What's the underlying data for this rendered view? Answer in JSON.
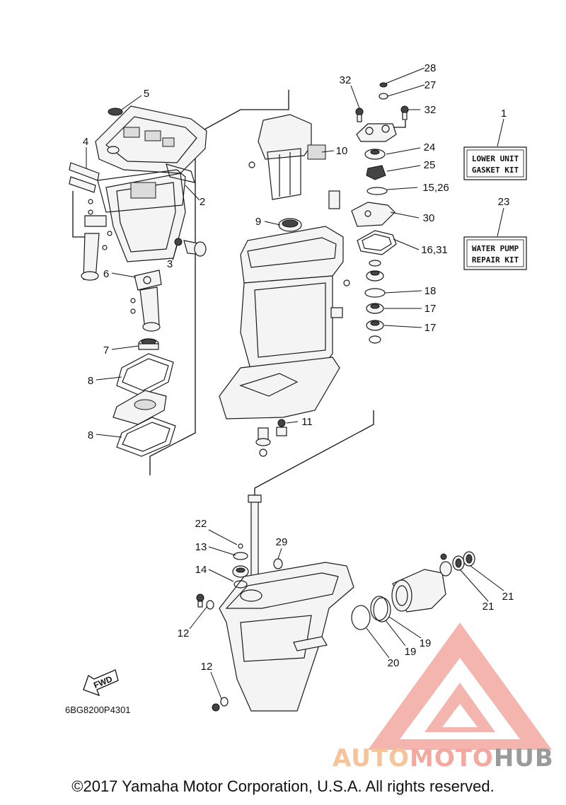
{
  "diagram_code": "6BG8200P4301",
  "copyright": "©2017 Yamaha Motor Corporation, U.S.A. All rights reserved.",
  "fwd_label": "FWD",
  "kit_boxes": {
    "gasket_kit": {
      "line1": "LOWER UNIT",
      "line2": "GASKET KIT"
    },
    "water_pump_kit": {
      "line1": "WATER PUMP",
      "line2": "REPAIR KIT"
    }
  },
  "callouts": {
    "c1": "1",
    "c2": "2",
    "c3": "3",
    "c4": "4",
    "c5": "5",
    "c6": "6",
    "c7": "7",
    "c8a": "8",
    "c8b": "8",
    "c9": "9",
    "c10": "10",
    "c11": "11",
    "c12a": "12",
    "c12b": "12",
    "c13": "13",
    "c14": "14",
    "c15_26": "15,26",
    "c16_31": "16,31",
    "c17a": "17",
    "c17b": "17",
    "c18": "18",
    "c19a": "19",
    "c19b": "19",
    "c20": "20",
    "c21a": "21",
    "c21b": "21",
    "c22": "22",
    "c23": "23",
    "c24": "24",
    "c25": "25",
    "c27": "27",
    "c28": "28",
    "c29": "29",
    "c30": "30",
    "c32a": "32",
    "c32b": "32"
  },
  "watermark": {
    "part1": "AUTO",
    "part2": "MOTO",
    "part3": "HUB"
  }
}
